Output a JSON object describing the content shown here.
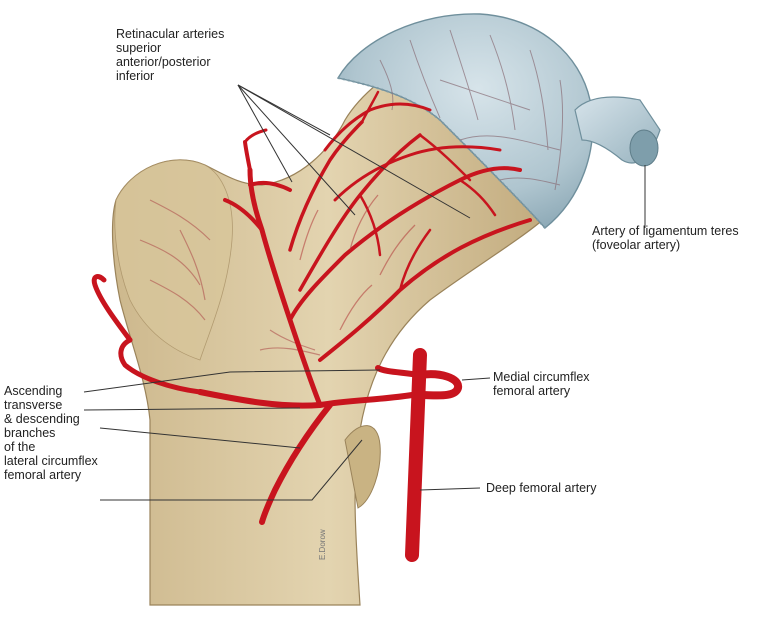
{
  "labels": {
    "retinacular": [
      "Retinacular arteries",
      "superior",
      "anterior/posterior",
      "inferior"
    ],
    "ligamentum": [
      "Artery of ligamentum teres",
      "(foveolar artery)"
    ],
    "medial": [
      "Medial circumflex",
      "femoral artery"
    ],
    "deep": [
      "Deep femoral artery"
    ],
    "lateral": [
      "Ascending",
      "transverse",
      "& descending",
      "branches",
      "of the",
      "lateral circumflex",
      "femoral artery"
    ]
  },
  "signature": "E.Dorow",
  "colors": {
    "artery": "#c8141e",
    "artery_light": "#b23a3a",
    "bone": "#dccba3",
    "bone_shadow": "#a89066",
    "cartilage": "#b8cdd6",
    "leader": "#333333"
  }
}
